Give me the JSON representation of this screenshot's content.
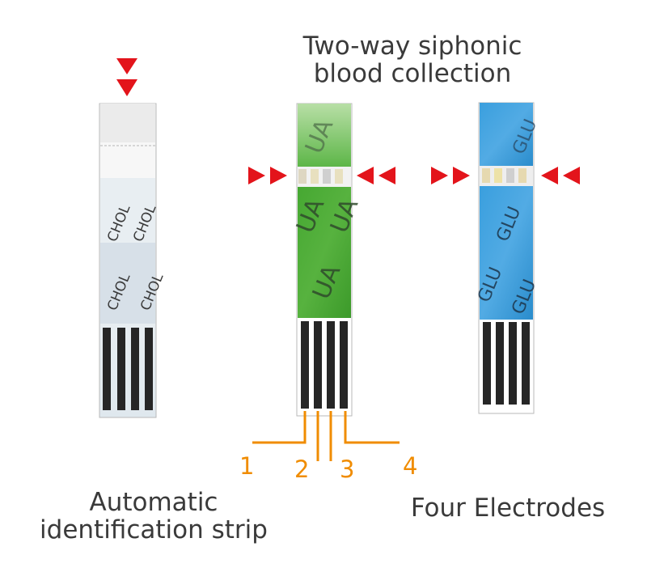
{
  "captions": {
    "top_line1": "Two-way siphonic",
    "top_line2": "blood collection",
    "left_line1": "Automatic",
    "left_line2": "identification strip",
    "right": "Four Electrodes"
  },
  "strips": [
    {
      "label": "CHOL",
      "color": "#e6ecf0"
    },
    {
      "label": "UA",
      "color": "#3ea22a"
    },
    {
      "label": "GLU",
      "color": "#2f97d8"
    }
  ],
  "electrode_numbers": [
    "1",
    "2",
    "3",
    "4"
  ],
  "colors": {
    "arrow": "#e3141b",
    "leader": "#f08c00",
    "electrode": "#262626"
  }
}
